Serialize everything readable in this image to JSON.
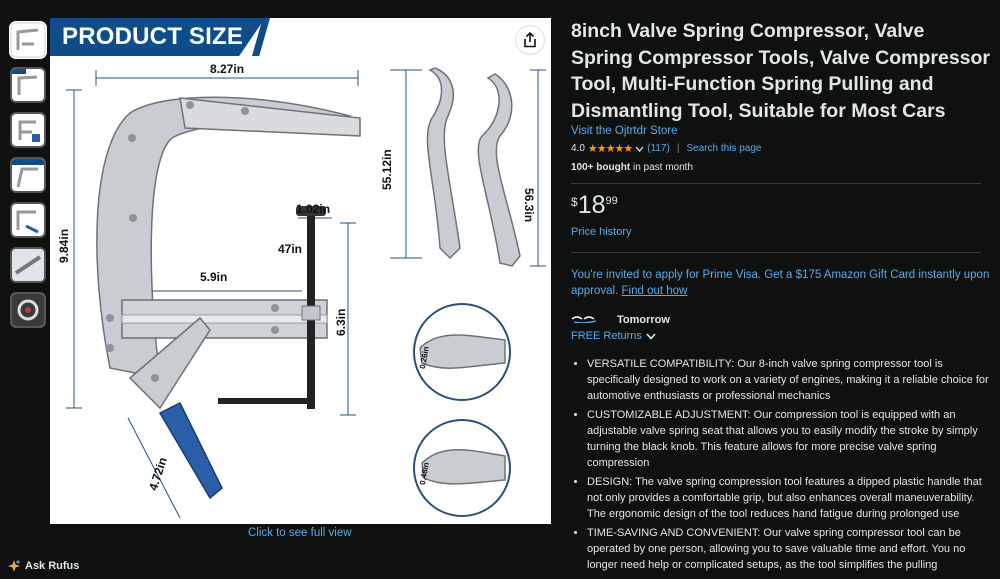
{
  "gallery": {
    "banner_text": "PRODUCT SIZE",
    "dimensions": {
      "width_top": "8.27in",
      "height_left": "9.84in",
      "inner_width": "5.9in",
      "seat_width": "1.02in",
      "screw": "47in",
      "screw_height": "6.3in",
      "handle": "4.72in",
      "jaw1": "55.12in",
      "jaw2": "56.3in",
      "detail1": "0.26in",
      "detail2": "0.48in"
    },
    "full_view_label": "Click to see full view"
  },
  "rufus": {
    "label": "Ask Rufus"
  },
  "product": {
    "title": "8inch Valve Spring Compressor, Valve Spring Compressor Tools, Valve Compressor Tool, Multi-Function Spring Pulling and Dismantling Tool, Suitable for Most Cars",
    "store": "Visit the Ojtrtdr Store",
    "rating": "4.0",
    "stars": "★★★★★",
    "review_count": "(117)",
    "search_page": "Search this page",
    "bought_bold": "100+ bought",
    "bought_rest": " in past month",
    "price_currency": "$",
    "price_whole": "18",
    "price_fraction": "99",
    "price_history": "Price history",
    "promo_text": "You're invited to apply for Prime Visa. Get a $175 Amazon Gift Card instantly upon approval.",
    "promo_link": "Find out how",
    "delivery_day": "Tomorrow",
    "returns": "FREE Returns",
    "bullets": [
      "VERSATILE COMPATIBILITY: Our 8-inch valve spring compressor tool is specifically designed to work on a variety of engines, making it a reliable choice for automotive enthusiasts or professional mechanics",
      "CUSTOMIZABLE ADJUSTMENT: Our compression tool is equipped with an adjustable valve spring seat that allows you to easily modify the stroke by simply turning the black knob. This feature allows for more precise valve spring compression",
      "DESIGN: The valve spring compression tool features a dipped plastic handle that not only provides a comfortable grip, but also enhances overall maneuverability. The ergonomic design of the tool reduces hand fatigue during prolonged use",
      "TIME-SAVING AND CONVENIENT: Our valve spring compressor tool can be operated by one person, allowing you to save valuable time and effort. You no longer need help or complicated setups, as the tool simplifies the pulling"
    ]
  },
  "colors": {
    "background": "#0f1111",
    "link": "#5aa9e6",
    "star": "#ff9900",
    "banner": "#0f4d8a"
  }
}
